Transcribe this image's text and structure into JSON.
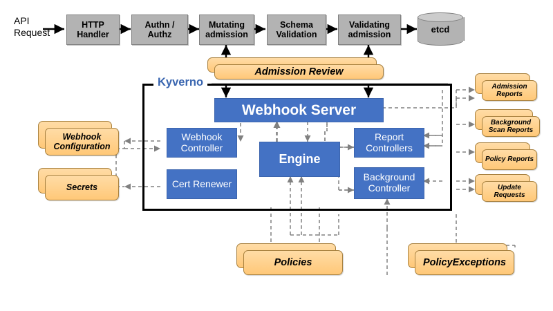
{
  "diagram": {
    "title": "Kyverno admission control architecture",
    "colors": {
      "pipeline_box": "#b3b3b3",
      "component_box": "#4472c4",
      "resource_card": "#ffc878",
      "boundary_label": "#3a66b0",
      "wire": "#808080"
    }
  },
  "api_pipeline": {
    "entry_label": "API Request",
    "stages": [
      {
        "id": "http-handler",
        "label": "HTTP Handler"
      },
      {
        "id": "authn-authz",
        "label": "Authn / Authz"
      },
      {
        "id": "mutating-admission",
        "label": "Mutating admission"
      },
      {
        "id": "schema-validation",
        "label": "Schema Validation"
      },
      {
        "id": "validating-admission",
        "label": "Validating admission"
      }
    ],
    "datastore": {
      "id": "etcd",
      "label": "etcd"
    }
  },
  "admission_review": {
    "label": "Admission Review"
  },
  "kyverno": {
    "boundary_label": "Kyverno",
    "components": [
      {
        "id": "webhook-server",
        "label": "Webhook Server"
      },
      {
        "id": "engine",
        "label": "Engine"
      },
      {
        "id": "webhook-controller",
        "label": "Webhook Controller"
      },
      {
        "id": "cert-renewer",
        "label": "Cert Renewer"
      },
      {
        "id": "report-controllers",
        "label": "Report Controllers"
      },
      {
        "id": "background-controller",
        "label": "Background Controller"
      }
    ]
  },
  "resources": {
    "left": [
      {
        "id": "webhook-configuration",
        "label": "Webhook Configuration"
      },
      {
        "id": "secrets",
        "label": "Secrets"
      }
    ],
    "right": [
      {
        "id": "admission-reports",
        "label": "Admission Reports"
      },
      {
        "id": "background-scan-reports",
        "label": "Background Scan Reports"
      },
      {
        "id": "policy-reports",
        "label": "Policy Reports"
      },
      {
        "id": "update-requests",
        "label": "Update Requests"
      }
    ],
    "bottom": [
      {
        "id": "policies",
        "label": "Policies"
      },
      {
        "id": "policy-exceptions",
        "label": "PolicyExceptions"
      }
    ]
  }
}
